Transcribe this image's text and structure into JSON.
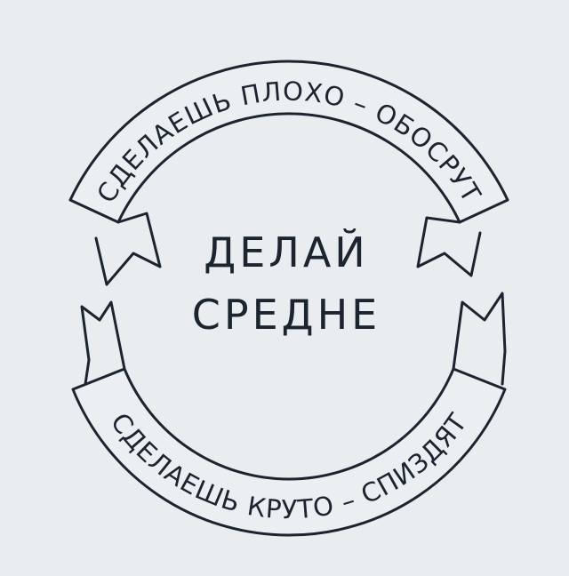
{
  "drawing": {
    "top_banner": "СДЕЛАЕШЬ ПЛОХО – ОБОСРУТ",
    "center_line1": "ДЕЛАЙ",
    "center_line2": "СРЕДНЕ",
    "bottom_banner": "СДЕЛАЕШЬ КРУТО – СПИЗДЯТ",
    "ink_color": "#1c2430",
    "paper_color": "#e9edf0"
  }
}
